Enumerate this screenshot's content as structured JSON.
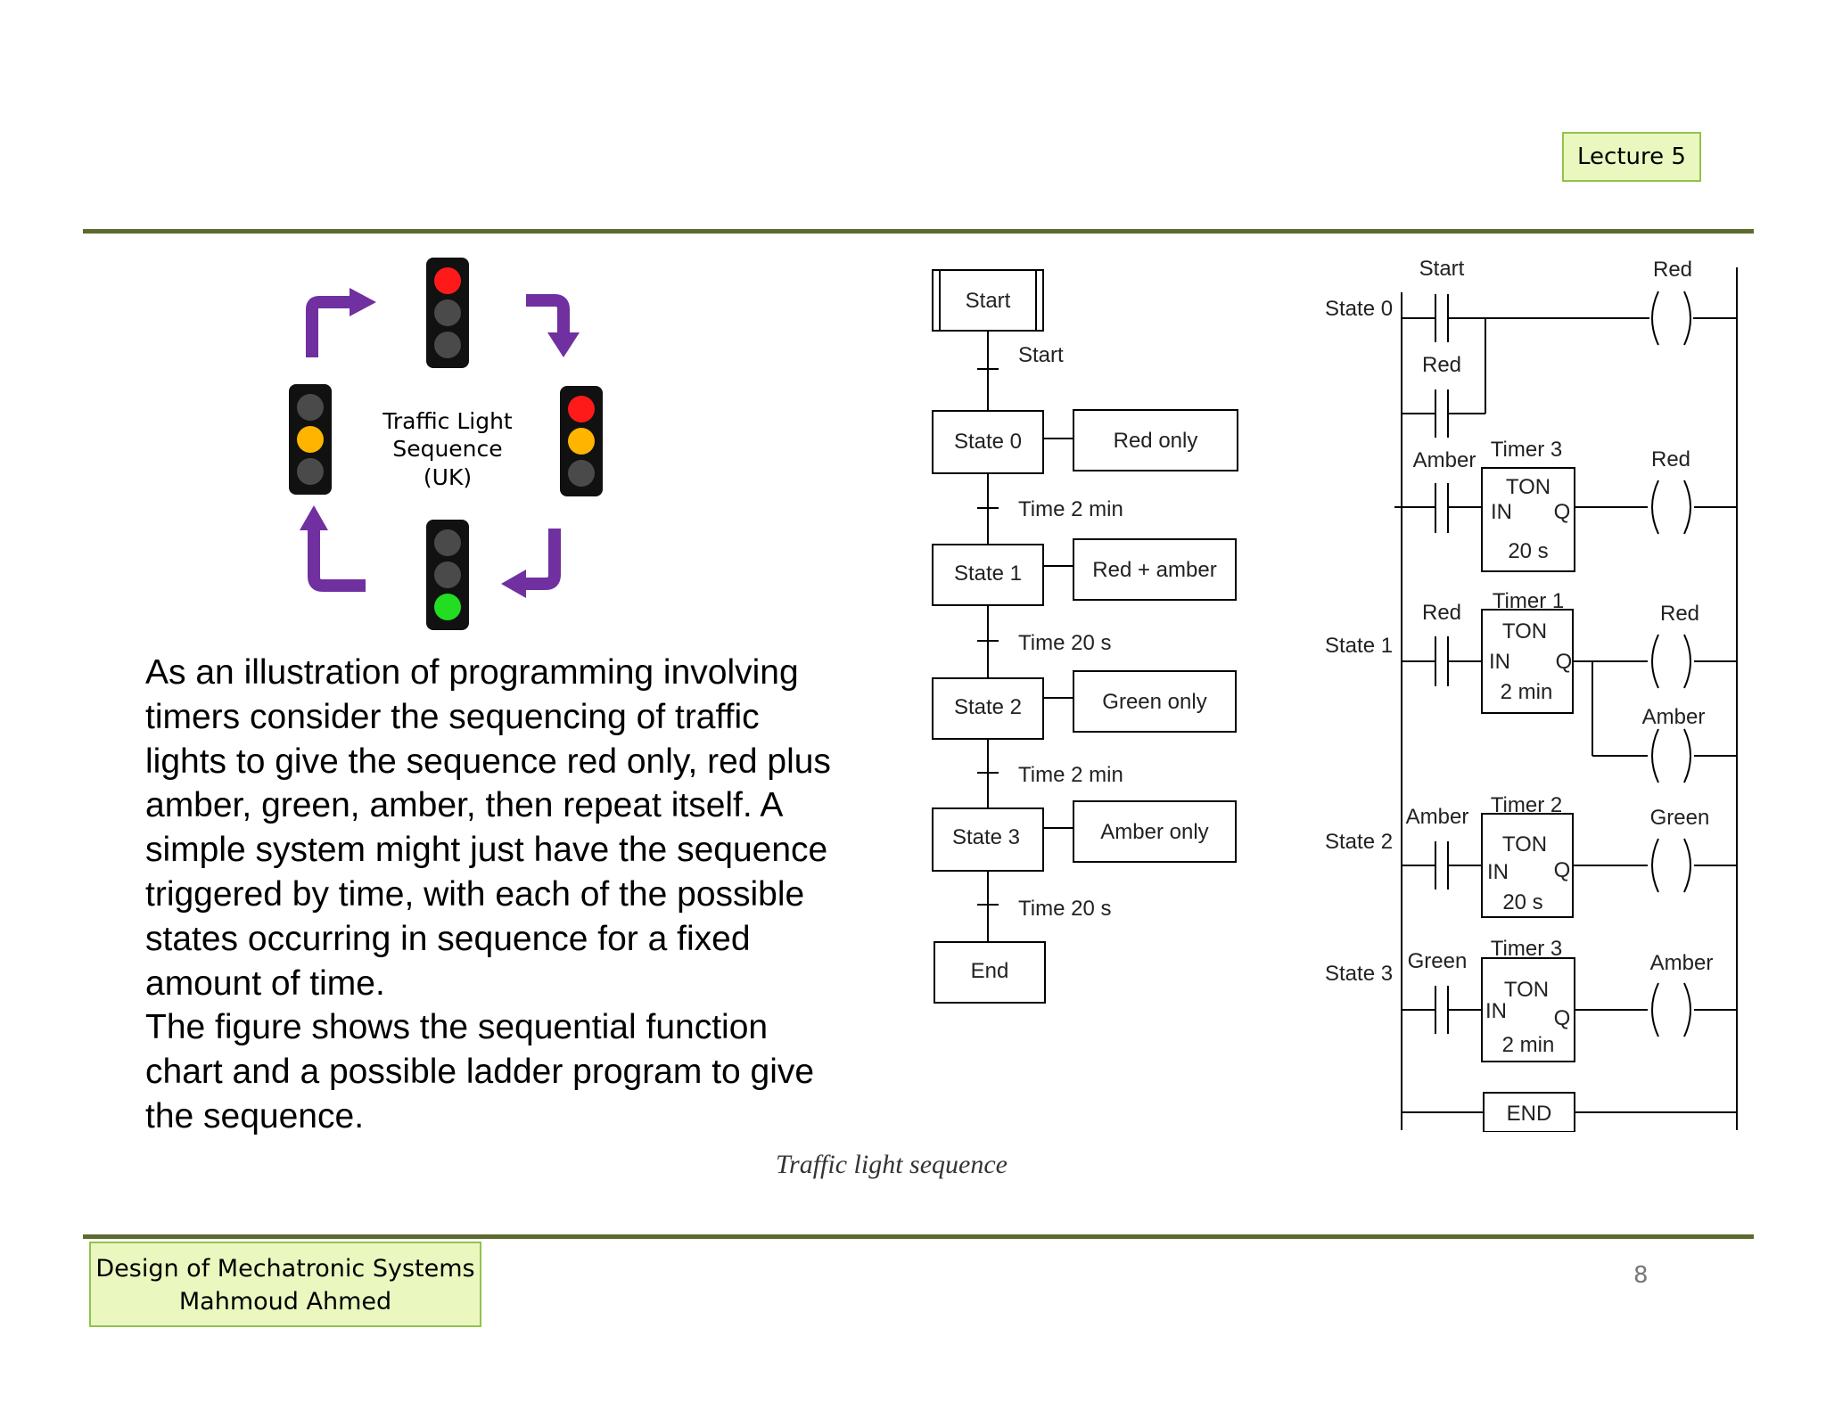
{
  "header": {
    "lecture_label": "Lecture 5"
  },
  "illustration": {
    "center_line1": "Traffic Light",
    "center_line2": "Sequence",
    "center_line3": "(UK)",
    "colors": {
      "red": "#ff1a1a",
      "amber": "#ffb400",
      "green": "#22dd22",
      "off": "#4a4a4a",
      "arrow": "#7030a0"
    }
  },
  "body": {
    "paragraph1": "As an illustration of programming involving timers consider the sequencing of traffic lights to give the sequence red only, red plus amber, green, amber, then repeat itself. A simple system might just have the sequence triggered by time, with each of the possible states occurring in sequence for a fixed amount of time.",
    "paragraph2": "The figure shows the sequential function chart and a possible ladder program to give the sequence."
  },
  "sfc": {
    "start_step": "Start",
    "steps": [
      "State 0",
      "State 1",
      "State 2",
      "State 3"
    ],
    "actions": [
      "Red only",
      "Red + amber",
      "Green only",
      "Amber only"
    ],
    "transitions": [
      "Start",
      "Time 2 min",
      "Time 20 s",
      "Time 2 min",
      "Time 20 s"
    ],
    "end_step": "End"
  },
  "ladder": {
    "state_labels": [
      "State 0",
      "State 1",
      "State 2",
      "State 3"
    ],
    "contacts": [
      "Start",
      "Red",
      "Amber",
      "Red",
      "Amber",
      "Green"
    ],
    "timer_labels": [
      "Timer 3",
      "Timer 1",
      "Timer 2",
      "Timer 3"
    ],
    "timer_type": "TON",
    "timer_in": "IN",
    "timer_q": "Q",
    "timer_presets": [
      "20 s",
      "2 min",
      "20 s",
      "2 min"
    ],
    "coils": [
      "Red",
      "Red",
      "Red",
      "Amber",
      "Green",
      "Amber"
    ],
    "end_label": "END"
  },
  "caption": "Traffic light sequence",
  "footer": {
    "course": "Design of Mechatronic Systems",
    "author": "Mahmoud Ahmed",
    "page_number": "8"
  }
}
